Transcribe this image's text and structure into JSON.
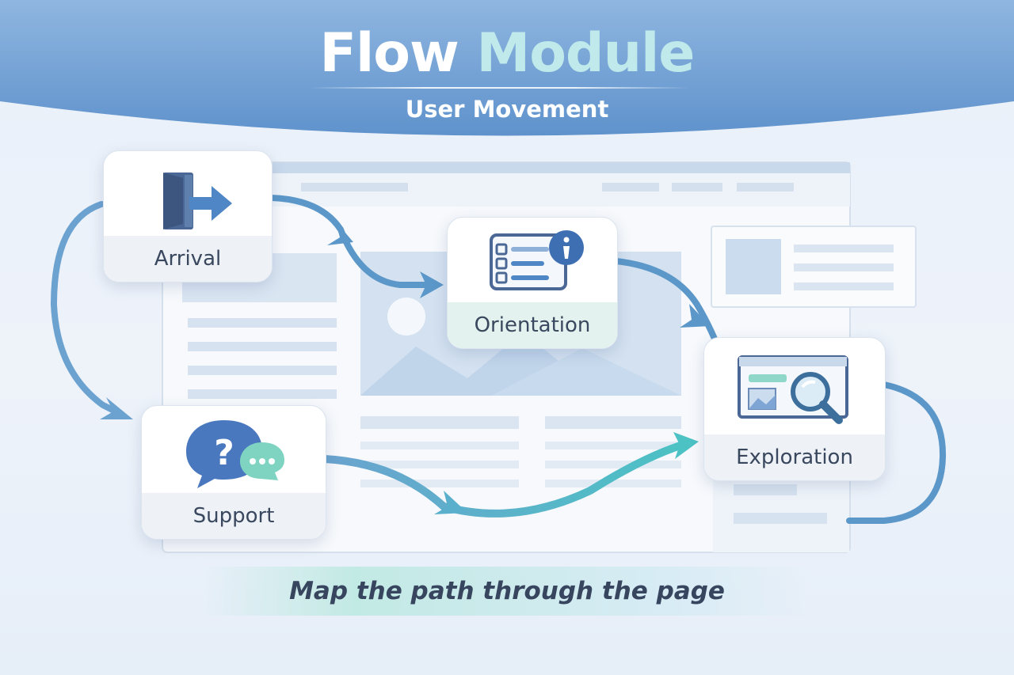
{
  "header": {
    "title_part1": "Flow",
    "title_part2": "Module",
    "subtitle": "User Movement"
  },
  "steps": [
    {
      "label": "Arrival",
      "icon": "door-exit-arrow-icon"
    },
    {
      "label": "Orientation",
      "icon": "checklist-info-icon"
    },
    {
      "label": "Exploration",
      "icon": "browser-magnifier-icon"
    },
    {
      "label": "Support",
      "icon": "question-chat-bubbles-icon"
    }
  ],
  "tagline": "Map the path through the page",
  "colors": {
    "header_band": "#6f9fd2",
    "arrow_blue": "#5b97c8",
    "arrow_teal": "#4cc2c4",
    "text_dark": "#39485e",
    "title_accent": "#bfe9ea"
  }
}
